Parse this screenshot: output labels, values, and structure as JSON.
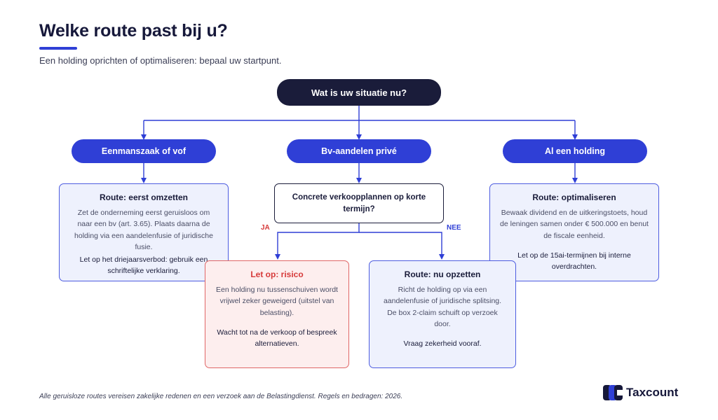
{
  "header": {
    "title": "Welke route past bij u?",
    "subtitle": "Een holding oprichten of optimaliseren: bepaal uw startpunt."
  },
  "colors": {
    "accent": "#2f3fd6",
    "dark": "#1a1c3a",
    "risk": "#d63a3a",
    "blue_box_bg": "#eef1fd",
    "red_box_bg": "#fdeeee"
  },
  "root": {
    "label": "Wat is uw situatie nu?"
  },
  "branches": {
    "left": {
      "label": "Eenmanszaak of vof",
      "box": {
        "title": "Route: eerst omzetten",
        "body": "Zet de onderneming eerst geruisloos om naar een bv (art. 3.65). Plaats daarna de holding via een aandelenfusie of juridische fusie.",
        "note": "Let op het driejaarsverbod: gebruik een schriftelijke verklaring."
      }
    },
    "middle": {
      "label": "Bv-aandelen privé",
      "question": "Concrete verkoopplannen op korte termijn?",
      "yes_label": "JA",
      "no_label": "NEE",
      "yes_box": {
        "title": "Let op: risico",
        "body": "Een holding nu tussenschuiven wordt vrijwel zeker geweigerd (uitstel van belasting).",
        "note": "Wacht tot na de verkoop of bespreek alternatieven."
      },
      "no_box": {
        "title": "Route: nu opzetten",
        "body": "Richt de holding op via een aandelenfusie of juridische splitsing. De box 2-claim schuift op verzoek door.",
        "note": "Vraag zekerheid vooraf."
      }
    },
    "right": {
      "label": "Al een holding",
      "box": {
        "title": "Route: optimaliseren",
        "body": "Bewaak dividend en de uitkeringstoets, houd de leningen samen onder € 500.000 en benut de fiscale eenheid.",
        "note": "Let op de 15ai-termijnen bij interne overdrachten."
      }
    }
  },
  "footer": {
    "note": "Alle geruisloze routes vereisen zakelijke redenen en een verzoek aan de Belastingdienst. Regels en bedragen: 2026.",
    "brand": "Taxcount",
    "logo_icon": "taxcount-logo-icon"
  }
}
